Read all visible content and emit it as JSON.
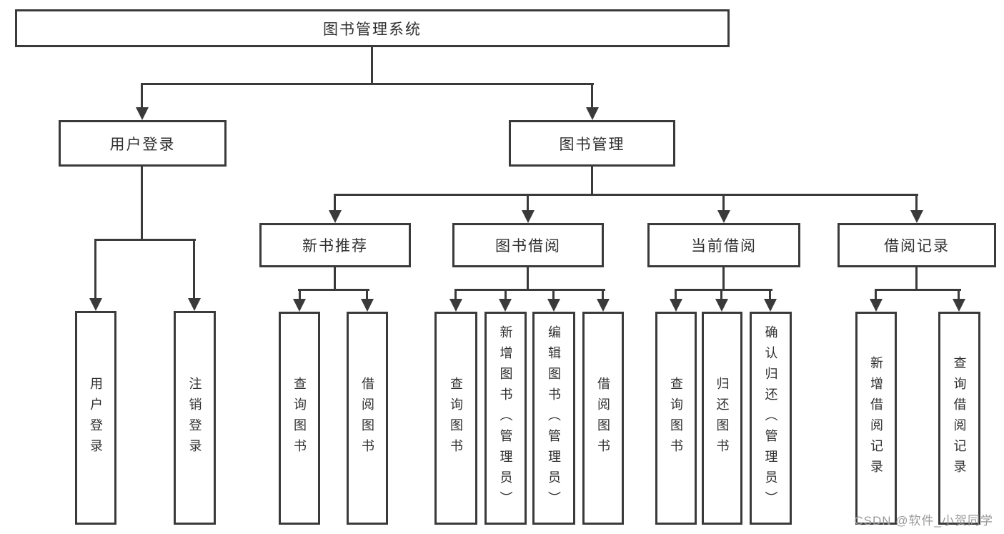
{
  "diagram": {
    "root": {
      "label": "图书管理系统"
    },
    "branches": [
      {
        "label": "用户登录",
        "children": [
          {
            "label": "用户登录"
          },
          {
            "label": "注销登录"
          }
        ]
      },
      {
        "label": "图书管理",
        "groups": [
          {
            "label": "新书推荐",
            "children": [
              {
                "label": "查询图书"
              },
              {
                "label": "借阅图书"
              }
            ]
          },
          {
            "label": "图书借阅",
            "children": [
              {
                "label": "查询图书"
              },
              {
                "label": "新增图书（管理员）"
              },
              {
                "label": "编辑图书（管理员）"
              },
              {
                "label": "借阅图书"
              }
            ]
          },
          {
            "label": "当前借阅",
            "children": [
              {
                "label": "查询图书"
              },
              {
                "label": "归还图书"
              },
              {
                "label": "确认归还（管理员）"
              }
            ]
          },
          {
            "label": "借阅记录",
            "children": [
              {
                "label": "新增借阅记录"
              },
              {
                "label": "查询借阅记录"
              }
            ]
          }
        ]
      }
    ]
  },
  "watermark": {
    "text": "CSDN @软件_小贺同学"
  },
  "colors": {
    "line": "#3a3a3a",
    "text": "#303030",
    "background": "#ffffff",
    "watermark": "#9a9a9a"
  }
}
